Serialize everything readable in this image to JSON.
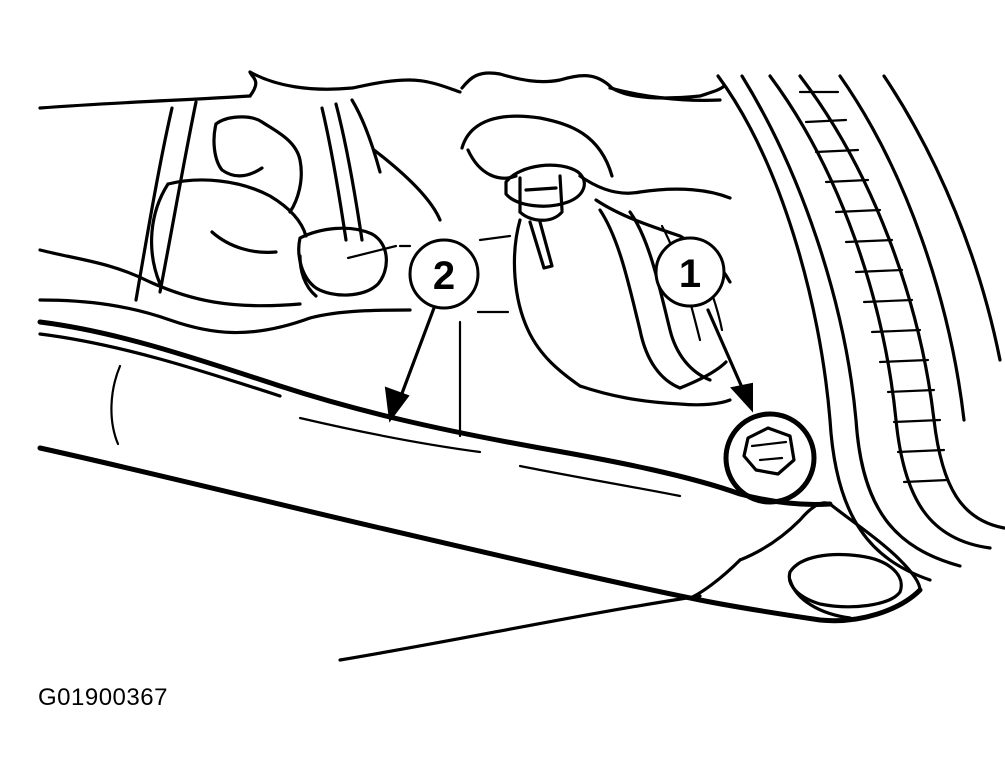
{
  "figure": {
    "id": "G01900367"
  },
  "callouts": [
    {
      "number": "1"
    },
    {
      "number": "2"
    }
  ]
}
